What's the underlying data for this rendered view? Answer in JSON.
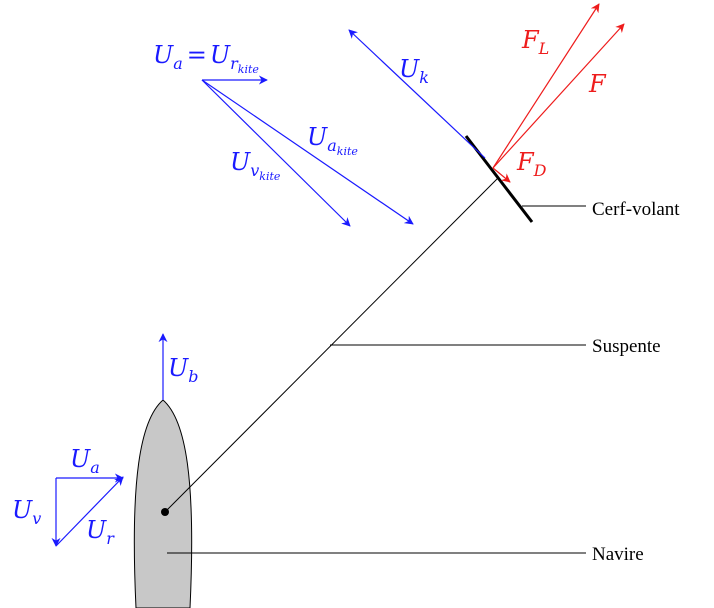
{
  "colors": {
    "blue": "#1a1aff",
    "red": "#ee1c1c",
    "black": "#000000",
    "hull_fill": "#c8c8c8"
  },
  "labels": {
    "cerf_volant": "Cerf-volant",
    "suspente": "Suspente",
    "navire": "Navire"
  },
  "vectors": {
    "ua_main": "U",
    "ua_main_sub": "a",
    "ua_equals": "=",
    "ur_kite": "U",
    "ur_kite_sub": "r",
    "ur_kite_subsub": "kite",
    "ua_kite": "U",
    "ua_kite_sub": "a",
    "ua_kite_subsub": "kite",
    "uv_kite": "U",
    "uv_kite_sub": "v",
    "uv_kite_subsub": "kite",
    "uk": "U",
    "uk_sub": "k",
    "ub": "U",
    "ub_sub": "b",
    "ua_ship": "U",
    "ua_ship_sub": "a",
    "uv_ship": "U",
    "uv_ship_sub": "v",
    "ur_ship": "U",
    "ur_ship_sub": "r"
  },
  "forces": {
    "fl": "F",
    "fl_sub": "L",
    "f": "F",
    "fd": "F",
    "fd_sub": "D"
  }
}
